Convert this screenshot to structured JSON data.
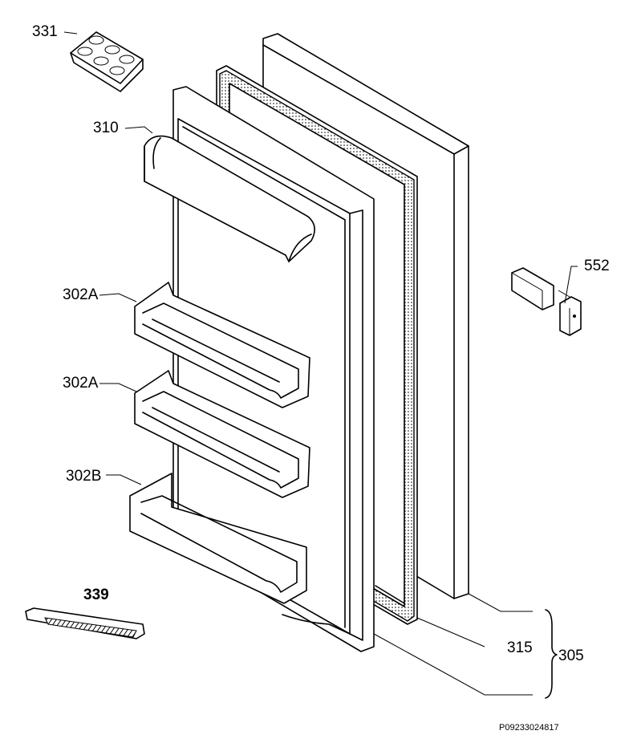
{
  "labels": {
    "egg_tray": "331",
    "butter_lid": "310",
    "shelf_a1": "302A",
    "shelf_a2": "302A",
    "shelf_b": "302B",
    "hinge": "552",
    "bottle_rack": "339",
    "gasket": "315",
    "door_assembly": "305"
  },
  "document_id": "P09233024817"
}
